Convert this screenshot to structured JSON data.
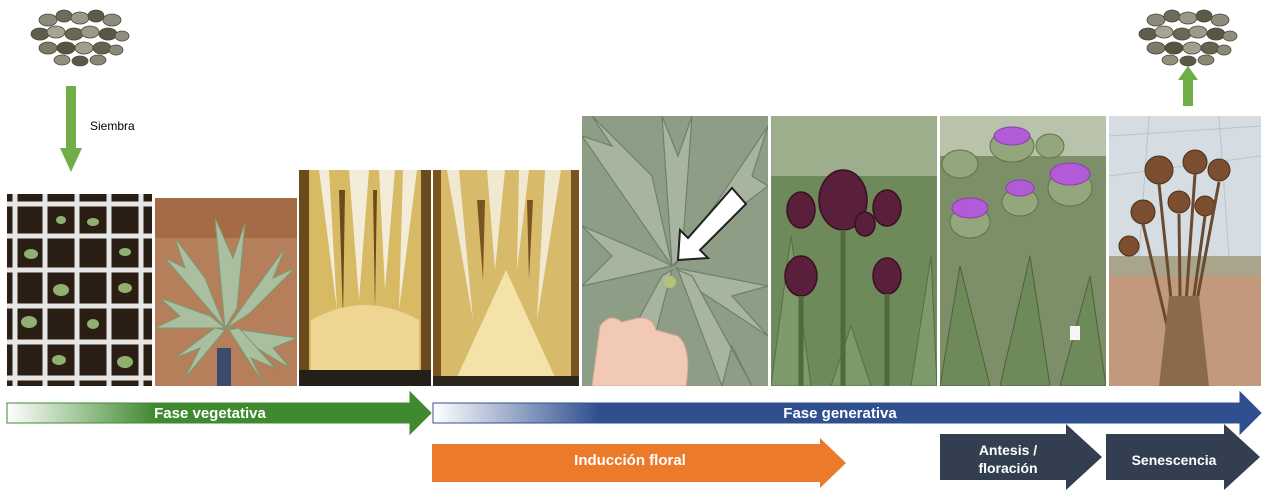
{
  "labels": {
    "sowing": "Siembra",
    "vegetative_phase": "Fase vegetativa",
    "generative_phase": "Fase generativa",
    "floral_induction": "Inducción floral",
    "anthesis_line1": "Antesis /",
    "anthesis_line2": "floración",
    "senescence": "Senescencia"
  },
  "photos": [
    {
      "name": "seedling-tray-photo",
      "depicts": "seedlings in tray"
    },
    {
      "name": "young-plant-photo",
      "depicts": "young artichoke plant"
    },
    {
      "name": "apex-section-photo-1",
      "depicts": "longitudinal section of apex"
    },
    {
      "name": "apex-section-photo-2",
      "depicts": "longitudinal section of apex"
    },
    {
      "name": "plant-top-view-photo",
      "depicts": "plant top view with arrow"
    },
    {
      "name": "artichoke-heads-photo",
      "depicts": "artichoke heads"
    },
    {
      "name": "flowering-photo",
      "depicts": "purple artichoke flowers"
    },
    {
      "name": "senescent-plant-photo",
      "depicts": "dry senescent plant"
    }
  ],
  "colors": {
    "green": "#3f8a2f",
    "blue": "#2f4f8f",
    "orange": "#ec7a2b",
    "dark": "#333f50",
    "arrow_green": "#70ad47"
  }
}
